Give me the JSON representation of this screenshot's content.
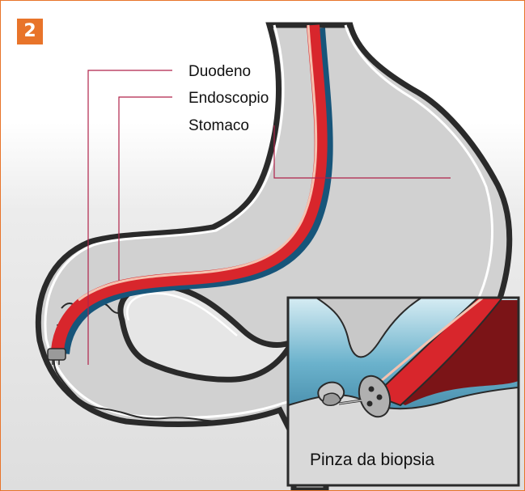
{
  "badge": "2",
  "labels": {
    "duodeno": "Duodeno",
    "endoscopio": "Endoscopio",
    "stomaco": "Stomaco"
  },
  "inset": {
    "label": "Pinza da biopsia"
  },
  "colors": {
    "accent": "#e8742a",
    "leader": "#b0234a",
    "endoscope": "#d8262c",
    "organ": "#d2d2d2",
    "water": "#1f6f97"
  }
}
